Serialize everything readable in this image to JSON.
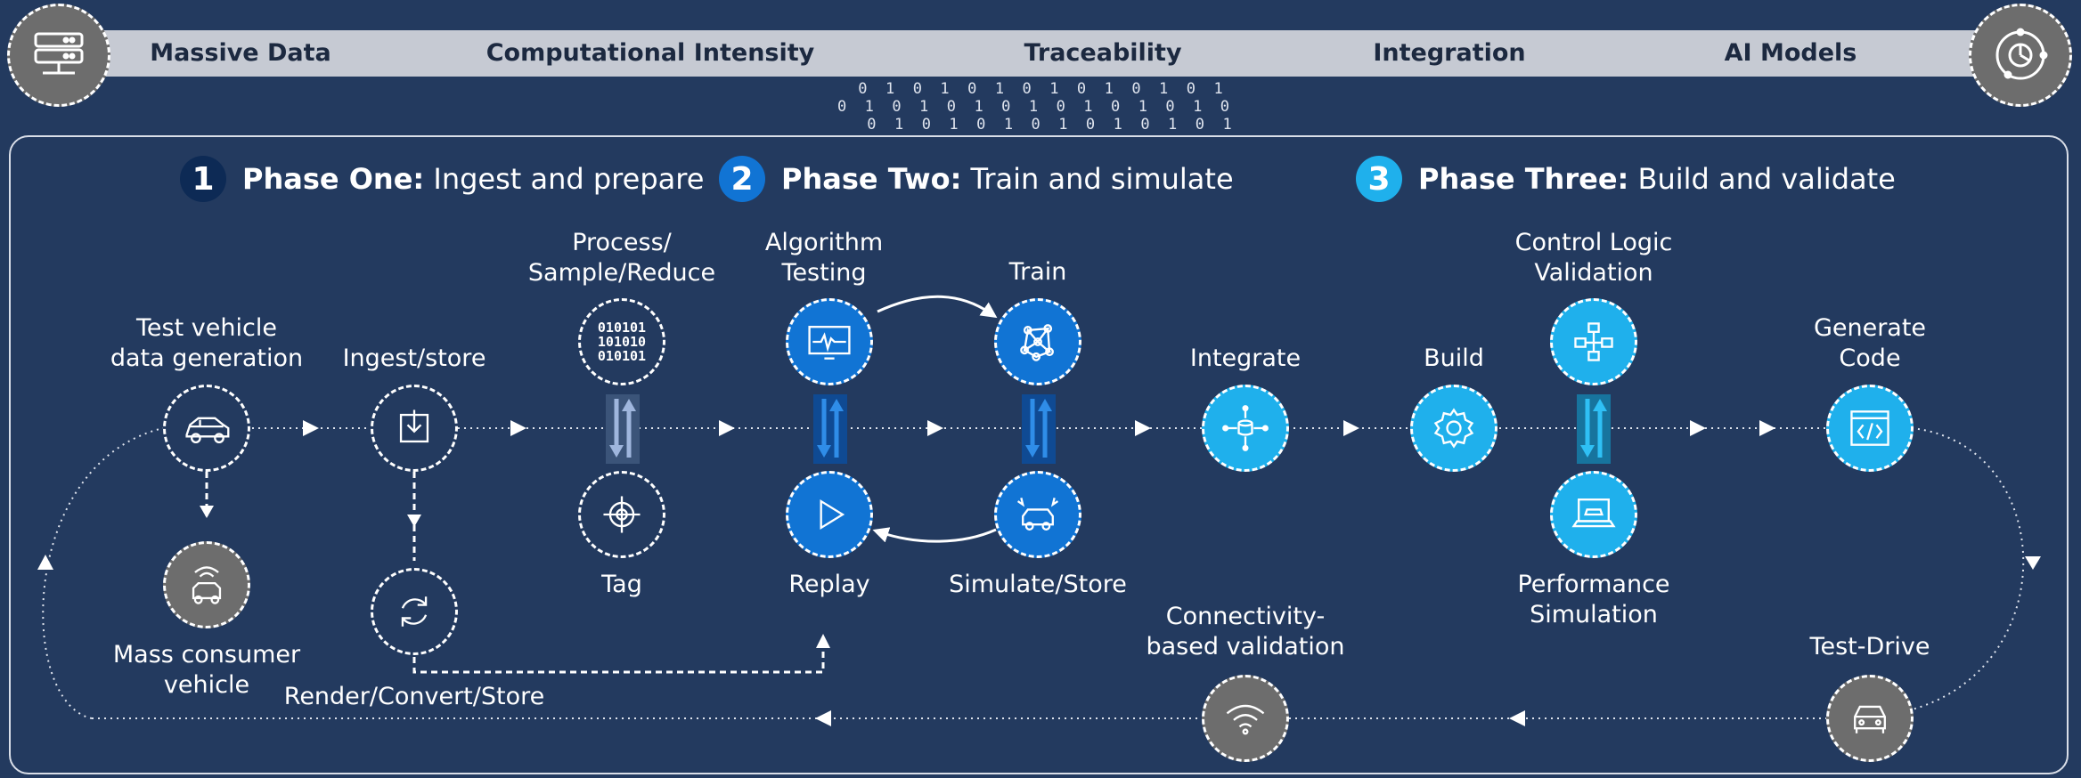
{
  "banner": {
    "labels": [
      "Massive Data",
      "Computational Intensity",
      "Traceability",
      "Integration",
      "AI Models"
    ],
    "left_icon": "server-rack-icon",
    "right_icon": "radar-chart-icon"
  },
  "binary_lines": [
    "0  1  0  1  0  1  0  1  0  1  0  1  0  1",
    "0  1  0  1  0  1  0  1  0  1  0  1  0  1  0",
    "0  1  0  1  0  1  0  1  0  1  0  1  0  1"
  ],
  "phases": [
    {
      "number": "1",
      "bold": "Phase One:",
      "text": " Ingest and prepare",
      "color": "#0d2a55"
    },
    {
      "number": "2",
      "bold": "Phase Two:",
      "text": " Train and simulate",
      "color": "#1174d4"
    },
    {
      "number": "3",
      "bold": "Phase Three:",
      "text": " Build and validate",
      "color": "#1fb0ec"
    }
  ],
  "nodes": {
    "test_vehicle": "Test vehicle\ndata generation",
    "mass_consumer": "Mass consumer\nvehicle",
    "ingest": "Ingest/store",
    "render": "Render/Convert/Store",
    "process": "Process/\nSample/Reduce",
    "process_bits": "010101\n101010\n010101",
    "tag": "Tag",
    "algorithm": "Algorithm\nTesting",
    "replay": "Replay",
    "train": "Train",
    "simulate": "Simulate/Store",
    "integrate": "Integrate",
    "build": "Build",
    "control": "Control Logic\nValidation",
    "performance": "Performance\nSimulation",
    "generate": "Generate\nCode",
    "connectivity": "Connectivity-\nbased validation",
    "test_drive": "Test-Drive"
  },
  "colors": {
    "background": "#233a5f",
    "gray_node": "#6d6d6d",
    "phase_one": "#0d2a55",
    "phase_two": "#1174d4",
    "phase_three": "#1fb0ec",
    "banner": "#c6cad3"
  }
}
